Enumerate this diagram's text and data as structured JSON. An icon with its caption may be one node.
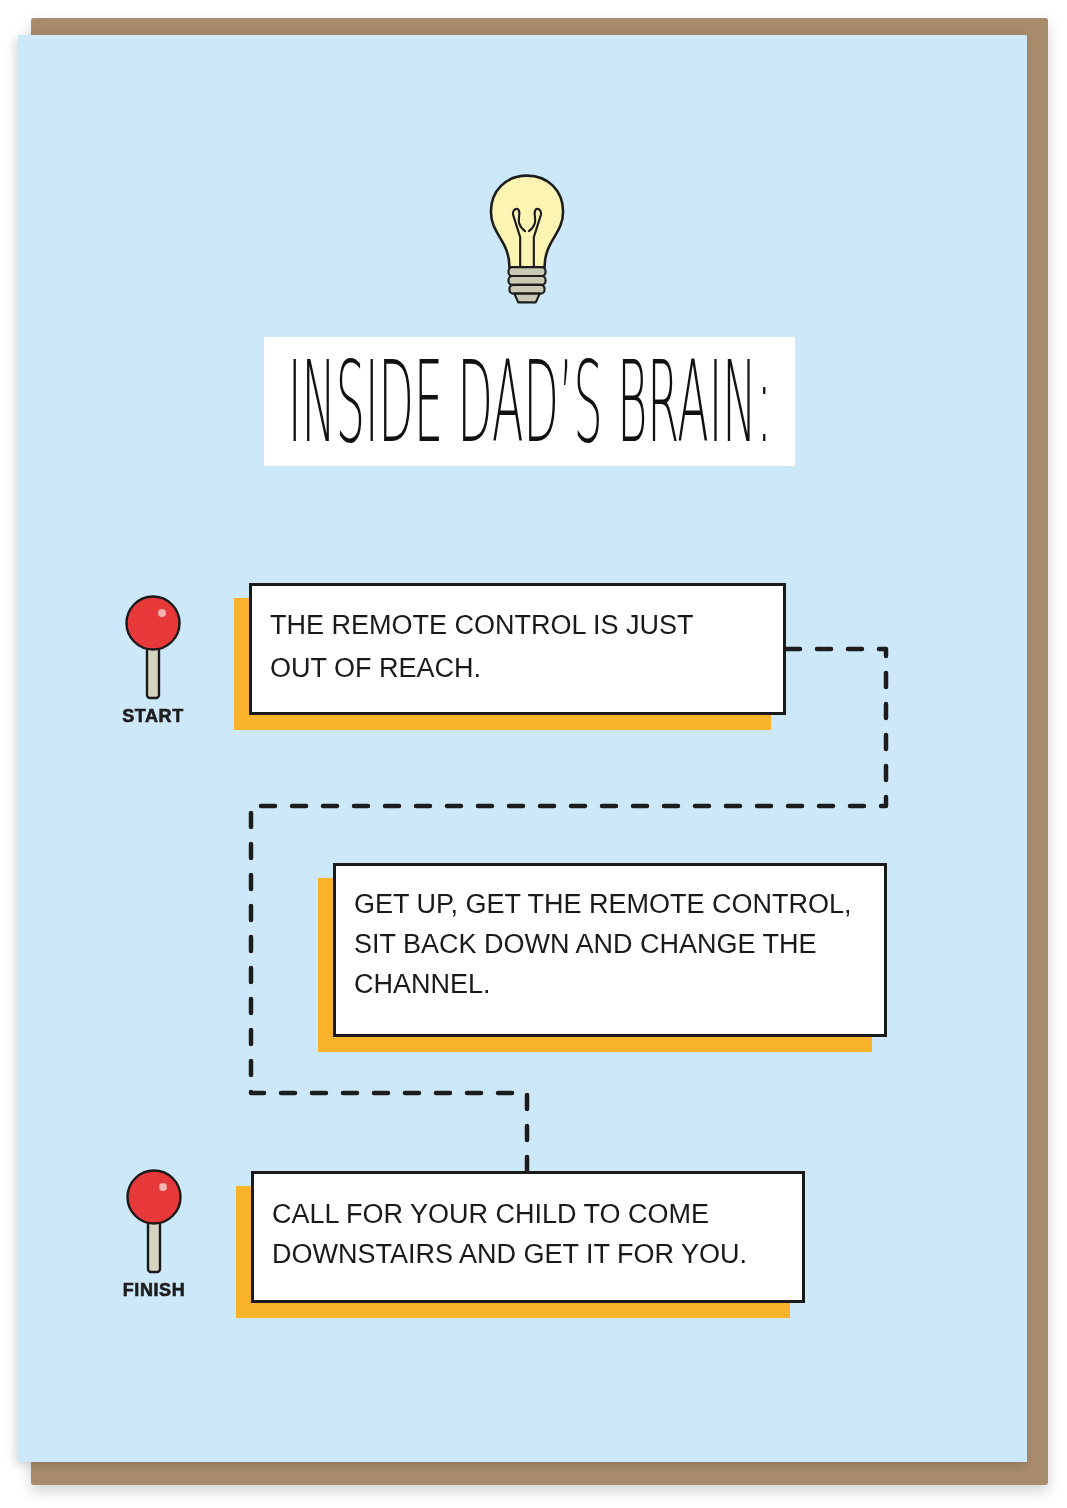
{
  "diagram": {
    "title": "INSIDE DAD’S BRAIN:",
    "nodes": [
      {
        "text": [
          "THE REMOTE CONTROL IS JUST OUT OF REACH."
        ],
        "beside": [
          "START"
        ]
      },
      {
        "text": [
          "GET UP, GET THE REMOTE CONTROL, SIT BACK DOWN AND CHANGE THE CHANNEL."
        ]
      },
      {
        "text": [
          "CALL FOR YOUR CHILD TO COME DOWNSTAIRS AND GET IT FOR YOU."
        ],
        "beside": [
          "FINISH"
        ]
      }
    ],
    "edges": [
      {
        "from": 0,
        "to": 2,
        "arrow": "none",
        "style": "dashed"
      }
    ]
  }
}
